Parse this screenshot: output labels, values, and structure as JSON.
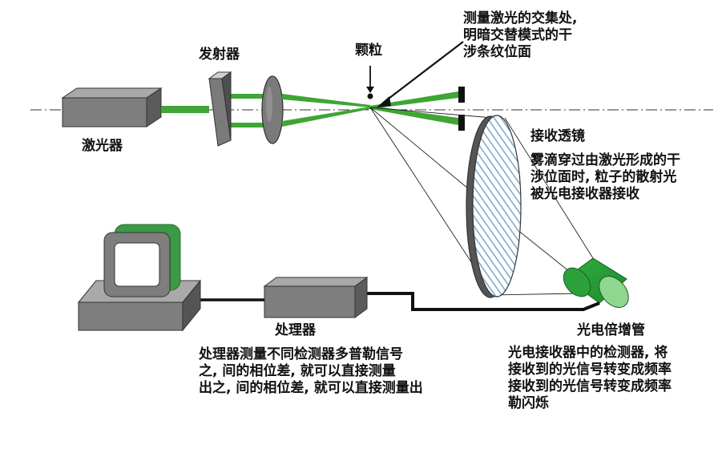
{
  "labels": {
    "laser": "激光器",
    "transmitter": "发射器",
    "particle": "颗粒",
    "crossing_note": "测量激光的交集处,\n明暗交替模式的干\n涉条纹位面",
    "receiving_lens": "接收透镜",
    "lens_note": "雾滴穿过由激光形成的干\n涉位面时, 粒子的散射光\n被光电接收器接收",
    "processor": "处理器",
    "processor_note": "处理器测量不同检测器多普勒信号\n之, 间的相位差, 就可以直接测量\n出之, 间的相位差, 就可以直接测量出",
    "pmt": "光电倍增管",
    "pmt_note": "光电接收器中的检测器, 将\n接收到的光信号转变成频率\n接收到的光信号转变成频率\n勒闪烁"
  },
  "colors": {
    "beam": "#3fa535",
    "device_top": "#8a8a8a",
    "device_side": "#5e5e5e",
    "lens_hatch": "#7aa7c7",
    "pmt": "#3ab54a"
  }
}
